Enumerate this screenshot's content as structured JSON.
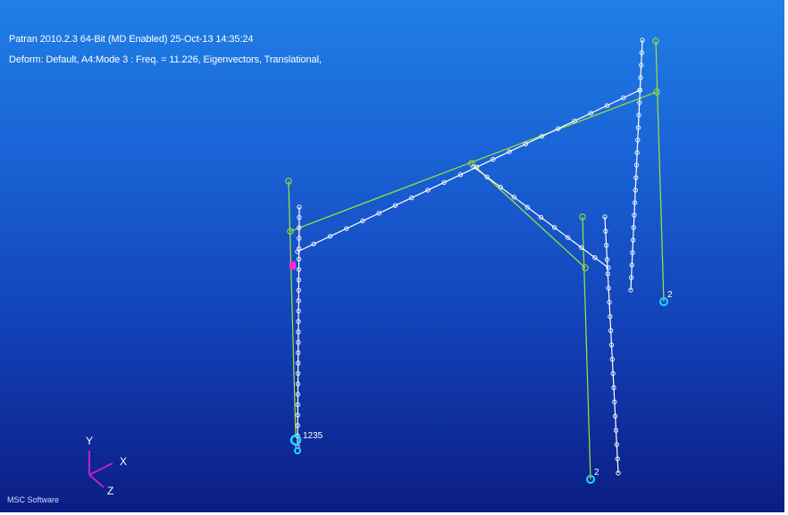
{
  "header": {
    "line1": "Patran 2010.2.3 64-Bit (MD Enabled) 25-Oct-13 14:35:24",
    "line2": "Deform: Default, A4:Mode 3 : Freq. = 11.226, Eigenvectors, Translational,"
  },
  "axes": {
    "x": "X",
    "y": "Y",
    "z": "Z"
  },
  "node_labels": {
    "n1": "1235",
    "n2": "2",
    "n3": "2"
  },
  "logo": "MSC Software",
  "colors": {
    "background_top": "#1f7fe6",
    "background_bottom": "#0b1d84",
    "deformed": "#9ee830",
    "undeformed": "#ffffff",
    "constraint": "#20d8ff",
    "highlight": "#ff2ad4"
  }
}
